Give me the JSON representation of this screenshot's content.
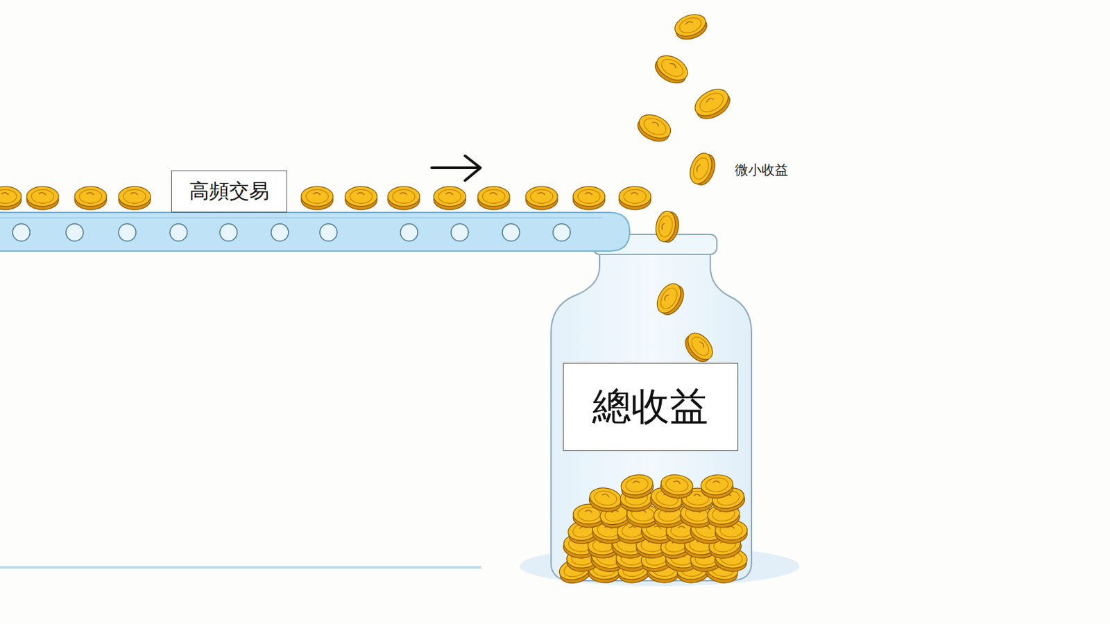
{
  "diagram": {
    "nodes": [
      {
        "text": [
          "高頻交易"
        ]
      },
      {
        "text": [
          "總收益"
        ]
      }
    ],
    "labels": [
      "微小收益"
    ]
  }
}
